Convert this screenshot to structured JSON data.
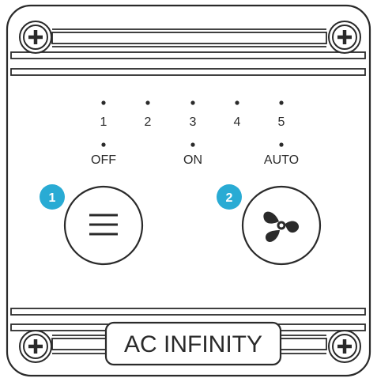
{
  "device": {
    "brand": "AC INFINITY",
    "speed_levels": [
      "1",
      "2",
      "3",
      "4",
      "5"
    ],
    "modes": [
      "OFF",
      "ON",
      "AUTO"
    ],
    "buttons": [
      {
        "badge": "1",
        "icon": "menu-icon"
      },
      {
        "badge": "2",
        "icon": "fan-icon"
      }
    ]
  },
  "colors": {
    "outline": "#2a2a2a",
    "badge": "#29abd4"
  }
}
